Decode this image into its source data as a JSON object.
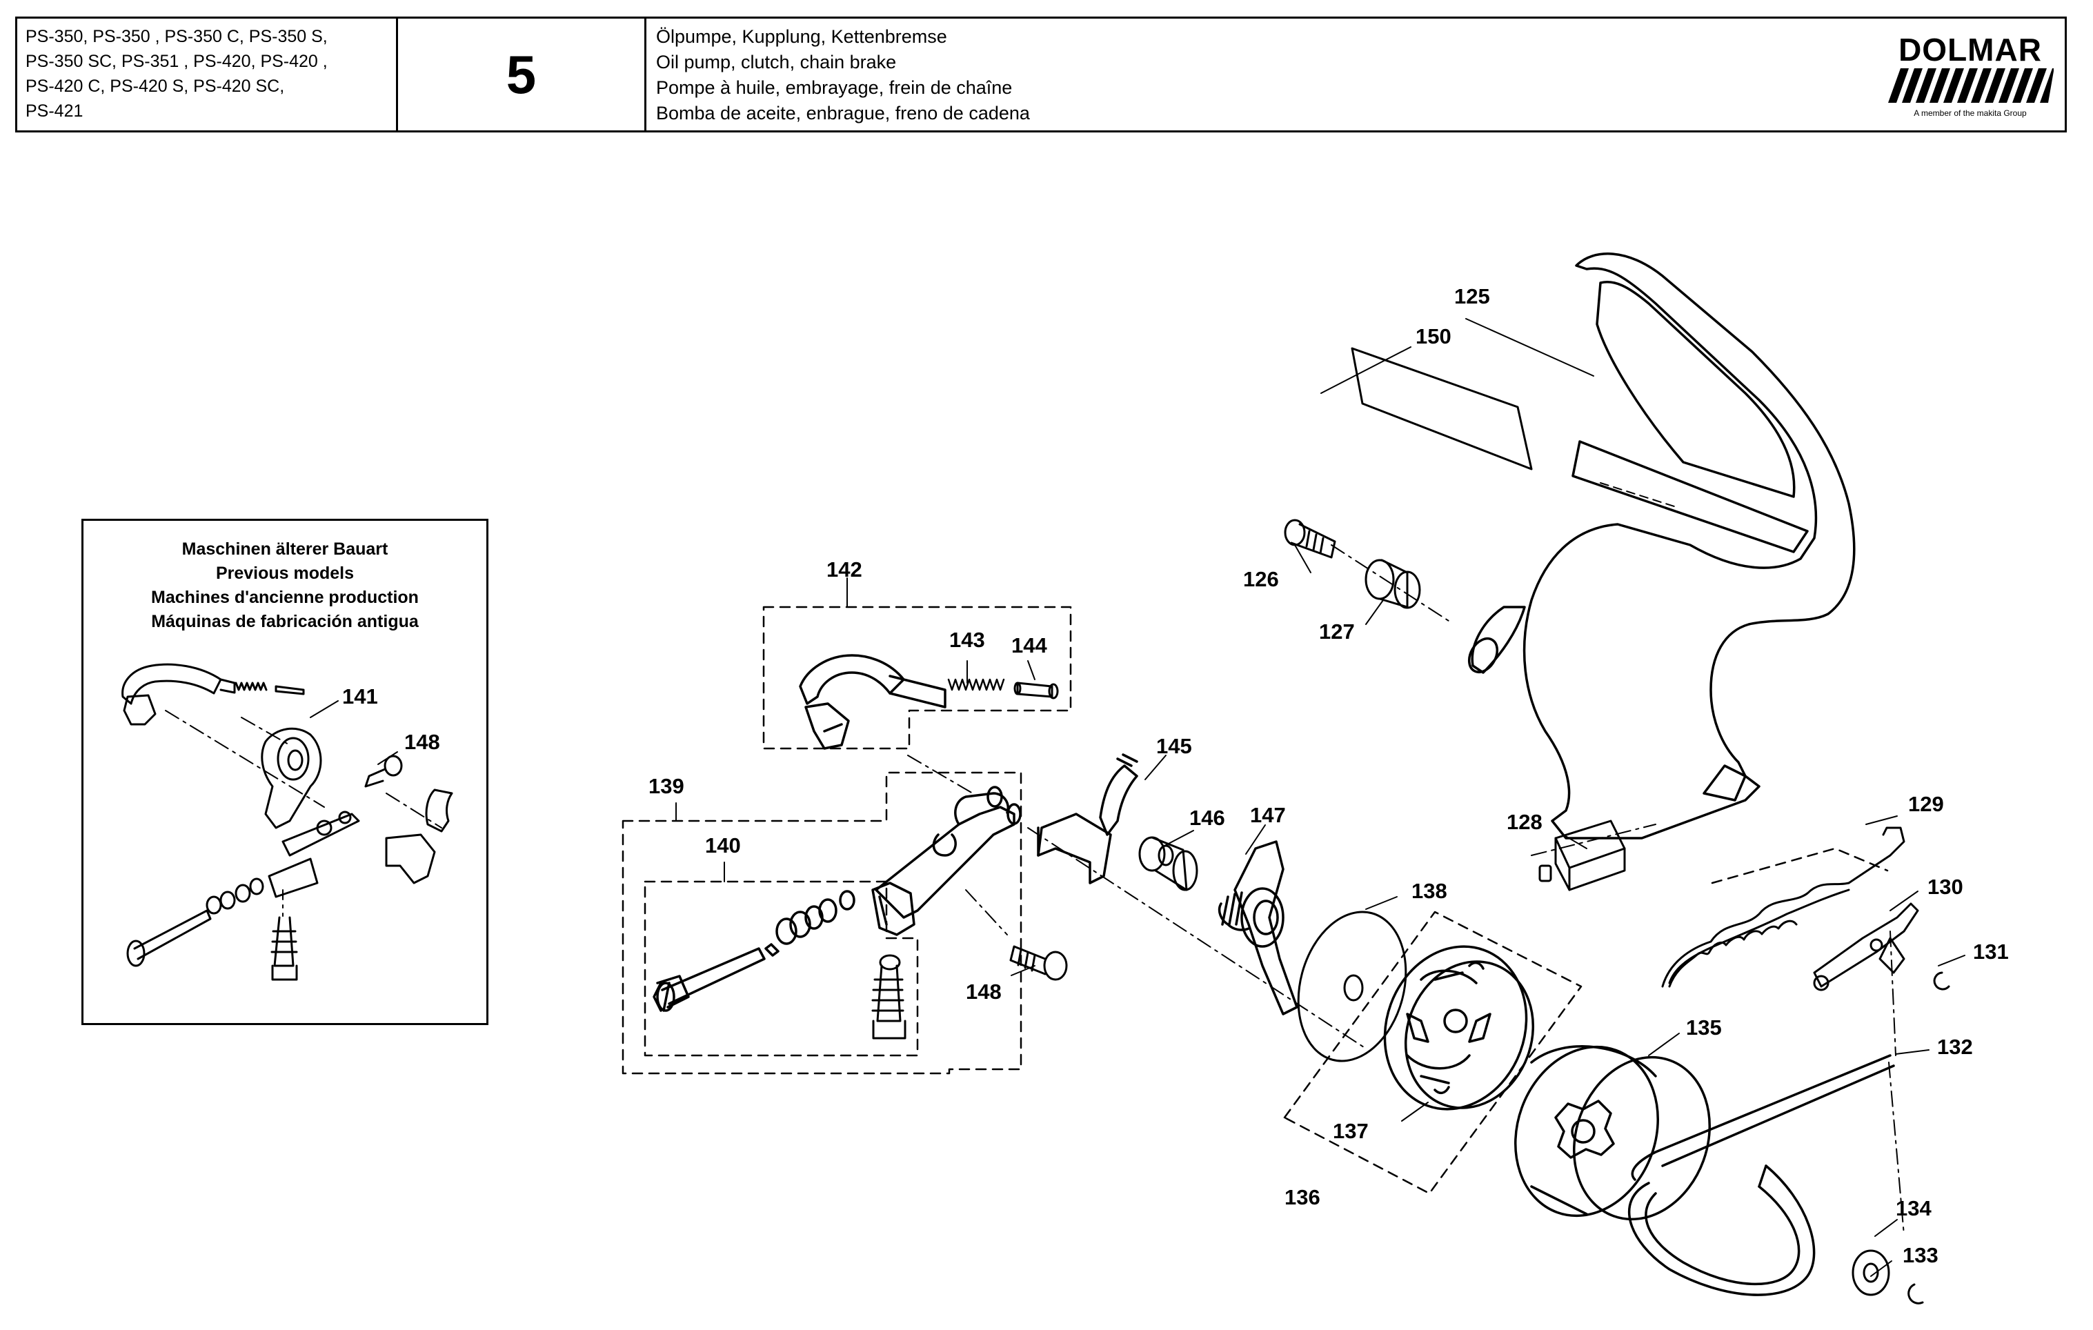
{
  "header": {
    "models": [
      "PS-350, PS-350 , PS-350 C, PS-350 S,",
      "PS-350 SC, PS-351 , PS-420, PS-420 ,",
      "PS-420 C, PS-420 S, PS-420 SC,",
      "PS-421"
    ],
    "page_number": "5",
    "titles": [
      "Ölpumpe, Kupplung, Kettenbremse",
      "Oil pump, clutch, chain brake",
      "Pompe à huile, embrayage, frein de chaîne",
      "Bomba de aceite, enbrague, freno de cadena"
    ],
    "logo": {
      "brand": "DOLMAR",
      "tagline": "A member of the makita Group"
    }
  },
  "inset": {
    "title_lines": [
      "Maschinen älterer Bauart",
      "Previous models",
      "Machines d'ancienne production",
      "Máquinas de fabricación antigua"
    ]
  },
  "parts": {
    "p125": "125",
    "p126": "126",
    "p127": "127",
    "p128": "128",
    "p129": "129",
    "p130": "130",
    "p131": "131",
    "p132": "132",
    "p133": "133",
    "p134": "134",
    "p135": "135",
    "p136": "136",
    "p137": "137",
    "p138": "138",
    "p139": "139",
    "p140": "140",
    "p141": "141",
    "p142": "142",
    "p143": "143",
    "p144": "144",
    "p145": "145",
    "p146": "146",
    "p147": "147",
    "p148": "148",
    "p148b": "148",
    "p150": "150"
  }
}
